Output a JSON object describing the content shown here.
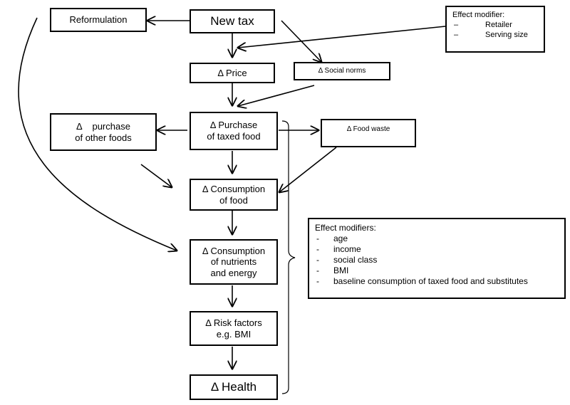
{
  "nodes": {
    "new_tax": "New tax",
    "reformulation": "Reformulation",
    "price": "Δ Price",
    "social_norms": "Δ Social norms",
    "purchase_taxed": [
      "Δ Purchase",
      "of taxed food"
    ],
    "purchase_other": [
      "Δ    purchase",
      "of other foods"
    ],
    "food_waste": "Δ Food waste",
    "consumption_food": [
      "Δ Consumption",
      "of food"
    ],
    "consumption_nutrients": [
      "Δ Consumption",
      "of nutrients",
      "and energy"
    ],
    "risk_factors": [
      "Δ Risk factors",
      "e.g. BMI"
    ],
    "health": "Δ Health"
  },
  "effect_modifier_top": {
    "title": "Effect modifier:",
    "items": [
      "Retailer",
      "Serving size"
    ]
  },
  "effect_modifiers_main": {
    "title": "Effect modifiers:",
    "items": [
      "age",
      "income",
      "social class",
      "BMI",
      "baseline consumption of taxed food and substitutes"
    ]
  }
}
